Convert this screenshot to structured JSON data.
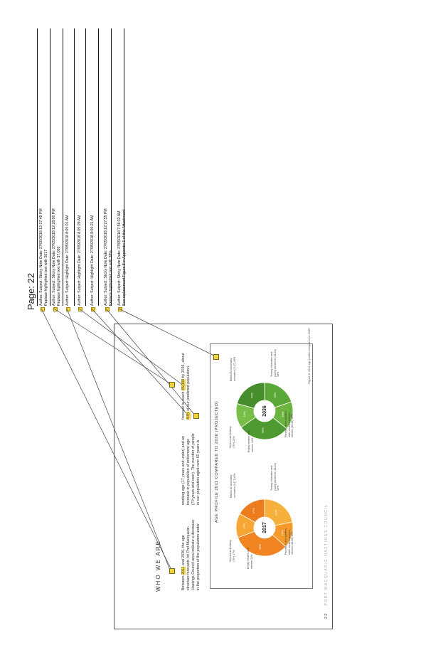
{
  "page_label": "Page: 22",
  "comments": [
    {
      "line1": "Author:          Subject: Sticky Note    Date: 27/05/2018 12:27:49 PM",
      "line2": "Replace highlighted text with 2017"
    },
    {
      "line1": "Author:          Subject: Sticky Note    Date: 27/05/2018 12:28:00 PM",
      "line2": "Replace highlighted text with 37,000"
    },
    {
      "line1": "Author:          Subject: Highlight    Date: 27/05/2018 8:05:01 AM",
      "line2": ""
    },
    {
      "line1": "Author:          Subject: Highlight    Date: 27/05/2018 8:05:29 AM",
      "line2": ""
    },
    {
      "line1": "Author:          Subject: Highlight    Date: 27/05/2018 8:06:21 AM",
      "line2": ""
    },
    {
      "line1": "Author:          Subject: Sticky Note    Date: 27/05/2018 12:27:55 PM",
      "line2": "Replace highlighted text with 38%"
    },
    {
      "line1": "Author:          Subject: Sticky Note    Date: 27/05/2018 7:56:32 AM",
      "line2": "See replacement Figure 8 in Appendix 1 of this Attachment."
    }
  ],
  "document": {
    "heading": "WHO WE ARE",
    "col1": [
      "Between 2011 and 2036, the age",
      "structure forecasts for Port Macquarie-",
      "Hastings Council area indicate a decrease",
      "in the proportion of the population under"
    ],
    "col2": [
      "working age (17 years and under) and an",
      "increase in population of retirement age",
      "(70 years and over). The number of people",
      "in our population aged over 60 years is"
    ],
    "col3_a": "forecast to reach ",
    "col3_hl": "45,000",
    "col3_b": " by 2036, about",
    "col3_line2_hl": "40%",
    "col3_line2_b": " of our predicted population.",
    "figure_title": "AGE PROFILE 2011 COMPARED TO 2036 (PROJECTED)",
    "figure_caption": "Figure 8: 2011 age profile compared to 2036",
    "footer": "PORT MACQUARIE-HASTINGS COUNCIL",
    "page_number": "22"
  },
  "chart_data": [
    {
      "type": "pie",
      "title": "2017",
      "segment_labels": [
        "Babies to secondary schoolers (0-17)",
        "Tertiary education and young workforce (18-34)",
        "Parents, home builders, older workers and pre-retirees (35-59)",
        "Empty nesters and retirees",
        "Seniors and elderly (70+)"
      ],
      "labels_pct": [
        "22%",
        "15%",
        "33%",
        "14%",
        "17%"
      ],
      "colors": [
        "#f6b13c",
        "#f39a2a",
        "#ef8420",
        "#f7a535",
        "#ec7c1e"
      ]
    },
    {
      "type": "pie",
      "title": "2036",
      "segment_labels": [
        "Babies to secondary schoolers (0-17)",
        "Tertiary education and young workforce (18-34)",
        "Parents, home builders, older workers and pre-retirees (35-59)",
        "Empty nesters and retirees",
        "Seniors and elderly (70+)"
      ],
      "labels_pct": [
        "20%",
        "16%",
        "30%",
        "14%",
        "21%"
      ],
      "colors": [
        "#5aa837",
        "#6cb43f",
        "#4e9a30",
        "#78bd48",
        "#468d2b"
      ]
    }
  ]
}
